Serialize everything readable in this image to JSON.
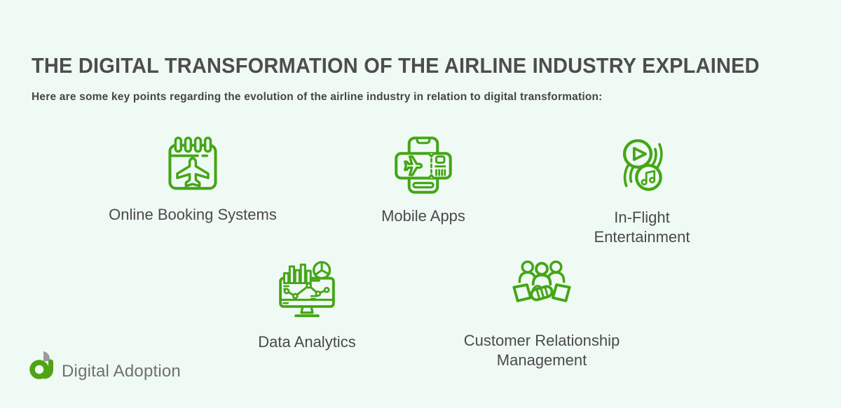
{
  "page": {
    "background_color": "#F0FAF4",
    "accent_green": "#44A616",
    "title_color": "#4D4D4D",
    "label_color": "#4A4A4A"
  },
  "header": {
    "title": "THE DIGITAL TRANSFORMATION OF THE AIRLINE INDUSTRY EXPLAINED",
    "subtitle": "Here are some key points regarding the evolution of the airline industry in relation to digital transformation:"
  },
  "items": [
    {
      "label": "Online Booking Systems",
      "icon": "calendar-plane-icon"
    },
    {
      "label": "Mobile Apps",
      "icon": "phone-boarding-pass-icon"
    },
    {
      "label": "In-Flight Entertainment",
      "icon": "play-music-entertainment-icon"
    },
    {
      "label": "Data Analytics",
      "icon": "analytics-monitor-icon"
    },
    {
      "label": "Customer Relationship Management",
      "icon": "people-handshake-icon"
    }
  ],
  "footer": {
    "brand": "Digital Adoption"
  }
}
